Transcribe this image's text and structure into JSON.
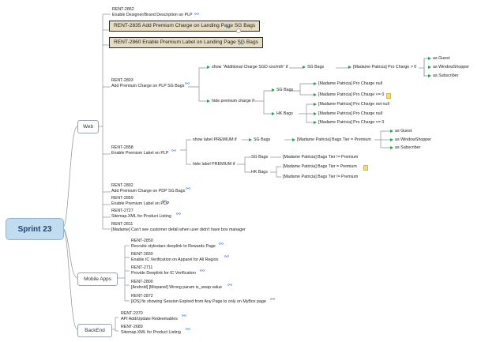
{
  "root": {
    "label": "Sprint 23"
  },
  "branches": {
    "web": "Web",
    "mobile": "Mobile Apps",
    "backend": "BackEnd"
  },
  "web": {
    "r2862": {
      "id": "RENT-2862",
      "title": "Enable Designer/Brand Description on PLP"
    },
    "r2835": {
      "id": "RENT-2835",
      "title": "Add Premium Charge on Landing Page SG Bags"
    },
    "r2860": {
      "id": "RENT-2860",
      "title": "Enable Premium Label on Landing Page SG Bags"
    },
    "r2803": {
      "id": "RENT-2803",
      "title": "Add Premium Charge on PLP SG Bags"
    },
    "show_charge": "show \"Additional Charge SGD xxx/mth\" if",
    "sg_bags": "SG Bags",
    "madame_pro_gt": "[Madame Patricia] Pro Charge > 0",
    "as_guest": "as Guest",
    "as_window": "as WindowShopper",
    "as_sub": "as Subscriber",
    "hide_premium_charge": "hide premium charge if",
    "sg_bags2": "SG Bags",
    "hk_bags": "HK Bags",
    "pro_null_1": "[Madame Patricia] Pro Charge null",
    "pro_le0_1": "[Madame Patricia] Pro Charge <= 0",
    "pro_notnull": "[Madame Patricia] Pro Charge not null",
    "pro_null_2": "[Madame Patricia] Pro Charge null",
    "pro_le0_2": "[Madame Patricia] Pro Charge <= 0",
    "r2858": {
      "id": "RENT-2858",
      "title": "Enable Premium Label on PLP"
    },
    "show_label": "show label PREMIUM if",
    "sg_bags3": "SG Bags",
    "tier_premium": "[Madame Patricia] Bags Tier = Premium",
    "as_guest2": "as Guest",
    "as_window2": "as WindowShopper",
    "as_sub2": "as Subscriber",
    "hide_label": "hide label PREMIUM if",
    "sg_bags4": "SG Bags",
    "hk_bags2": "HK Bags",
    "tier_ne_1": "[Madame Patricia] Bags Tier != Premium",
    "tier_eq_2": "[Madame Patricia] Bags Tier = Premium",
    "tier_ne_2": "[Madame Patricia] Bags Tier != Premium",
    "r2802": {
      "id": "RENT-2802",
      "title": "Add Premium Charge on PDP SG Bags"
    },
    "r2859": {
      "id": "RENT-2859",
      "title": "Enable Premium Label on PDP"
    },
    "r2727": {
      "id": "RENT-2727",
      "title": "Sitemap.XML for Product Listing"
    },
    "r2811": {
      "id": "RENT-2811",
      "title": "[Madame] Can't see customer detail when user didn't have box manager"
    }
  },
  "mobile": {
    "r2850": {
      "id": "RENT-2850",
      "title": "Recruite stylestars deeplink to Rewards Page"
    },
    "r2830": {
      "id": "RENT-2830",
      "title": "Enable IC Verification on Apparel for All Region"
    },
    "r2711": {
      "id": "RENT-2711",
      "title": "Provide Deeplink for IC Verification"
    },
    "r2800": {
      "id": "RENT-2800",
      "title": "[Android] [Mixpanel] Wrong param is_swap value"
    },
    "r2872": {
      "id": "RENT-2872",
      "title": "[iOS] fix showing Session Expired from Any Page to only on MyBox page"
    }
  },
  "backend": {
    "r2370": {
      "id": "RENT-2370",
      "title": "API Add/Update Redeemables"
    },
    "r2689": {
      "id": "RENT-2689",
      "title": "Sitemap.XML for Product Listing"
    }
  },
  "icons": {
    "link": "link-icon",
    "flag": "flag-icon",
    "note": "note-icon"
  },
  "colors": {
    "root_fill": "#c2dcef",
    "boxed_fill": "#e6dcc2",
    "flag": "#1fa24a",
    "link": "#3a7bd5"
  }
}
